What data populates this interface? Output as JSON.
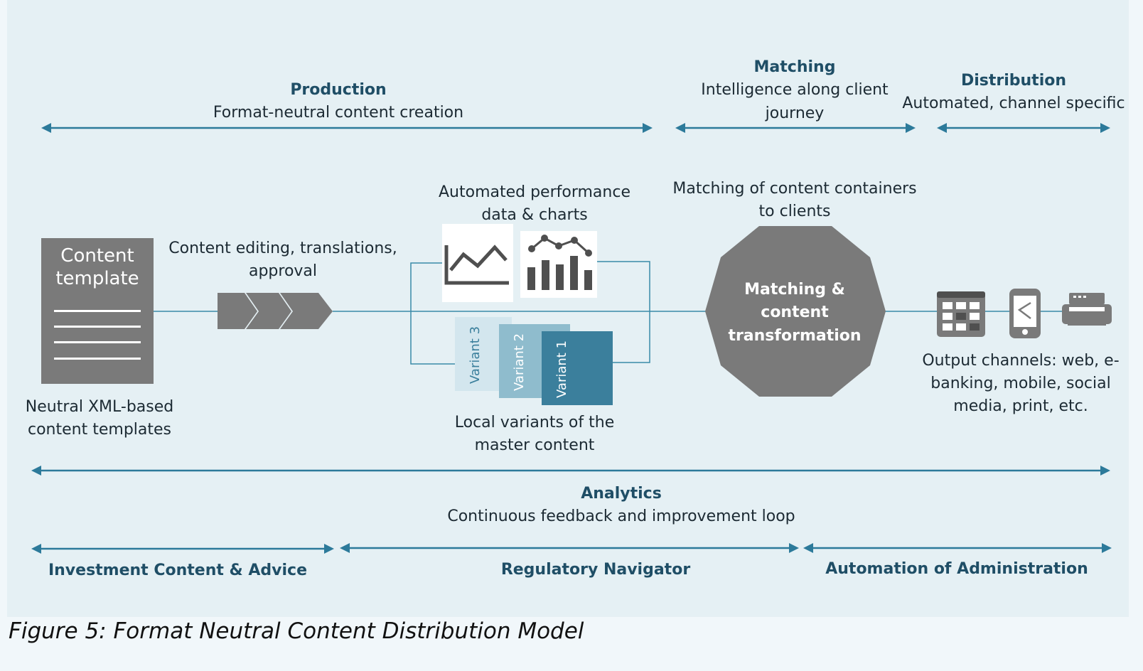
{
  "phases": {
    "production": {
      "title": "Production",
      "subtitle": "Format-neutral content creation"
    },
    "matching": {
      "title": "Matching",
      "subtitle_line1": "Intelligence along client",
      "subtitle_line2": "journey"
    },
    "distribution": {
      "title": "Distribution",
      "subtitle": "Automated, channel specific"
    }
  },
  "content_template": {
    "box_line1": "Content",
    "box_line2": "template",
    "caption_line1": "Neutral XML-based",
    "caption_line2": "content templates"
  },
  "editing": {
    "line1": "Content editing, translations,",
    "line2": "approval"
  },
  "performance": {
    "line1": "Automated performance",
    "line2": "data & charts"
  },
  "variants": {
    "items": [
      "Variant 3",
      "Variant 2",
      "Variant 1"
    ],
    "caption_line1": "Local variants of the",
    "caption_line2": "master content"
  },
  "matching_containers": {
    "line1": "Matching of content containers",
    "line2": "to clients"
  },
  "transformation": {
    "line1": "Matching &",
    "line2": "content",
    "line3": "transformation"
  },
  "output_channels": {
    "line1": "Output channels: web, e-",
    "line2": "banking, mobile, social",
    "line3": "media, print, etc.",
    "icons": [
      "dashboard-icon",
      "mobile-share-icon",
      "printer-icon"
    ]
  },
  "analytics": {
    "title": "Analytics",
    "subtitle": "Continuous feedback and improvement loop"
  },
  "bottom_sections": [
    "Investment Content & Advice",
    "Regulatory Navigator",
    "Automation of Administration"
  ],
  "figure_caption": "Figure 5: Format Neutral Content Distribution Model",
  "colors": {
    "panel": "#e5f0f4",
    "arrow": "#2c7a9a",
    "gray": "#7a7a7a",
    "variant1": "#3b7f9c",
    "variant2": "#8fbccd",
    "variant3": "#d3e6ee",
    "heading": "#1f4e66"
  }
}
